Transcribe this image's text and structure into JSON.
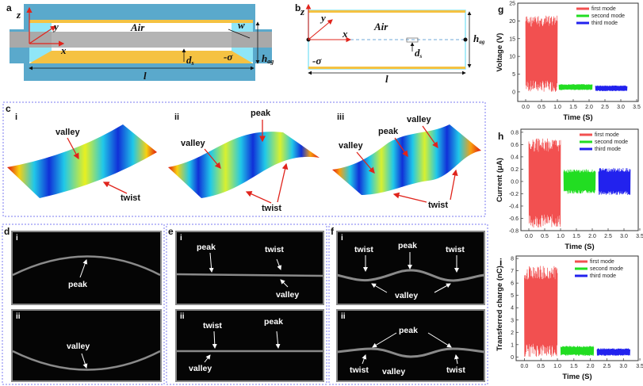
{
  "panel_a": {
    "label": "a",
    "z": "z",
    "y": "y",
    "x": "x",
    "air": "Air",
    "w": "w",
    "ds": "d",
    "ds_sub": "s",
    "sigma": "-σ",
    "hag": "h",
    "hag_sub": "ag",
    "l": "l",
    "colors": {
      "body": "#5aa9cc",
      "electrode": "#f5c242",
      "side": "#8fe6f7",
      "membrane": "#a9a9a9",
      "axis": "#e0241c"
    }
  },
  "panel_b": {
    "label": "b",
    "z": "z",
    "y": "y",
    "x": "x",
    "air": "Air",
    "ds": "d",
    "ds_sub": "s",
    "sigma": "-σ",
    "hag": "h",
    "hag_sub": "ag",
    "l": "l"
  },
  "panel_c": {
    "label": "c",
    "subpanels": [
      {
        "roman": "i",
        "annotations": {
          "valley": "valley",
          "twist": "twist"
        }
      },
      {
        "roman": "ii",
        "annotations": {
          "peak": "peak",
          "valley": "valley",
          "twist": "twist"
        }
      },
      {
        "roman": "iii",
        "annotations": {
          "valley1": "valley",
          "peak": "peak",
          "valley2": "valley",
          "twist": "twist"
        }
      }
    ]
  },
  "panel_d": {
    "label": "d",
    "photos": [
      {
        "roman": "i",
        "annotations": [
          "peak"
        ]
      },
      {
        "roman": "ii",
        "annotations": [
          "valley"
        ]
      }
    ]
  },
  "panel_e": {
    "label": "e",
    "photos": [
      {
        "roman": "i",
        "annotations": [
          "peak",
          "twist",
          "valley"
        ]
      },
      {
        "roman": "ii",
        "annotations": [
          "twist",
          "peak",
          "valley"
        ]
      }
    ]
  },
  "panel_f": {
    "label": "f",
    "photos": [
      {
        "roman": "i",
        "annotations": [
          "twist",
          "peak",
          "twist",
          "valley"
        ]
      },
      {
        "roman": "ii",
        "annotations": [
          "peak",
          "twist",
          "valley",
          "twist"
        ]
      }
    ]
  },
  "chart_data": [
    {
      "panel": "g",
      "type": "line",
      "title": "",
      "xlabel": "Time (S)",
      "ylabel": "Voltage (V)",
      "xlim": [
        -0.25,
        3.55
      ],
      "ylim": [
        -2.7,
        25
      ],
      "x_ticks": [
        "0.0",
        "0.5",
        "1.0",
        "1.5",
        "2.0",
        "2.5",
        "3.0",
        "3.5"
      ],
      "x_tick_values": [
        0,
        0.5,
        1,
        1.5,
        2,
        2.5,
        3,
        3.5
      ],
      "y_ticks": [
        "0",
        "5",
        "10",
        "15",
        "20",
        "25"
      ],
      "y_tick_values": [
        0,
        5,
        10,
        15,
        20,
        25
      ],
      "legend": "top-right",
      "series": [
        {
          "name": "first mode",
          "color": "#f25050",
          "t": [
            0.0,
            1.0
          ],
          "min": 0.0,
          "max": 21.5
        },
        {
          "name": "second mode",
          "color": "#22dd22",
          "t": [
            1.05,
            2.1
          ],
          "min": 0.5,
          "max": 2.2
        },
        {
          "name": "third mode",
          "color": "#2222ee",
          "t": [
            2.2,
            3.2
          ],
          "min": 0.2,
          "max": 1.8
        }
      ]
    },
    {
      "panel": "h",
      "type": "line",
      "title": "",
      "xlabel": "Time (S)",
      "ylabel": "Current (μA)",
      "xlim": [
        -0.25,
        3.45
      ],
      "ylim": [
        -0.8,
        0.85
      ],
      "x_ticks": [
        "0.0",
        "0.5",
        "1.0",
        "1.5",
        "2.0",
        "2.5",
        "3.0",
        "3.5"
      ],
      "x_tick_values": [
        0,
        0.5,
        1,
        1.5,
        2,
        2.5,
        3,
        3.5
      ],
      "y_ticks": [
        "-0.8",
        "-0.6",
        "-0.4",
        "-0.2",
        "0.0",
        "0.2",
        "0.4",
        "0.6",
        "0.8"
      ],
      "y_tick_values": [
        -0.8,
        -0.6,
        -0.4,
        -0.2,
        0,
        0.2,
        0.4,
        0.6,
        0.8
      ],
      "legend": "top-right",
      "series": [
        {
          "name": "first mode",
          "color": "#f25050",
          "t": [
            0.0,
            1.0
          ],
          "min": -0.75,
          "max": 0.7
        },
        {
          "name": "second mode",
          "color": "#22dd22",
          "t": [
            1.1,
            2.1
          ],
          "min": -0.2,
          "max": 0.2
        },
        {
          "name": "third mode",
          "color": "#2222ee",
          "t": [
            2.2,
            3.2
          ],
          "min": -0.22,
          "max": 0.22
        }
      ]
    },
    {
      "panel": "i",
      "type": "line",
      "title": "",
      "xlabel": "Time (S)",
      "ylabel": "Transferred charge (nC)",
      "xlim": [
        -0.25,
        3.45
      ],
      "ylim": [
        -0.3,
        8.2
      ],
      "x_ticks": [
        "0.0",
        "0.5",
        "1.0",
        "1.5",
        "2.0",
        "2.5",
        "3.0",
        "3.5"
      ],
      "x_tick_values": [
        0,
        0.5,
        1,
        1.5,
        2,
        2.5,
        3,
        3.5
      ],
      "y_ticks": [
        "0",
        "1",
        "2",
        "3",
        "4",
        "5",
        "6",
        "7",
        "8"
      ],
      "y_tick_values": [
        0,
        1,
        2,
        3,
        4,
        5,
        6,
        7,
        8
      ],
      "legend": "top-right",
      "series": [
        {
          "name": "first mode",
          "color": "#f25050",
          "t": [
            0.0,
            1.0
          ],
          "min": 0.0,
          "max": 7.4
        },
        {
          "name": "second mode",
          "color": "#22dd22",
          "t": [
            1.1,
            2.1
          ],
          "min": 0.1,
          "max": 0.9
        },
        {
          "name": "third mode",
          "color": "#2222ee",
          "t": [
            2.2,
            3.2
          ],
          "min": 0.1,
          "max": 0.7
        }
      ]
    }
  ]
}
